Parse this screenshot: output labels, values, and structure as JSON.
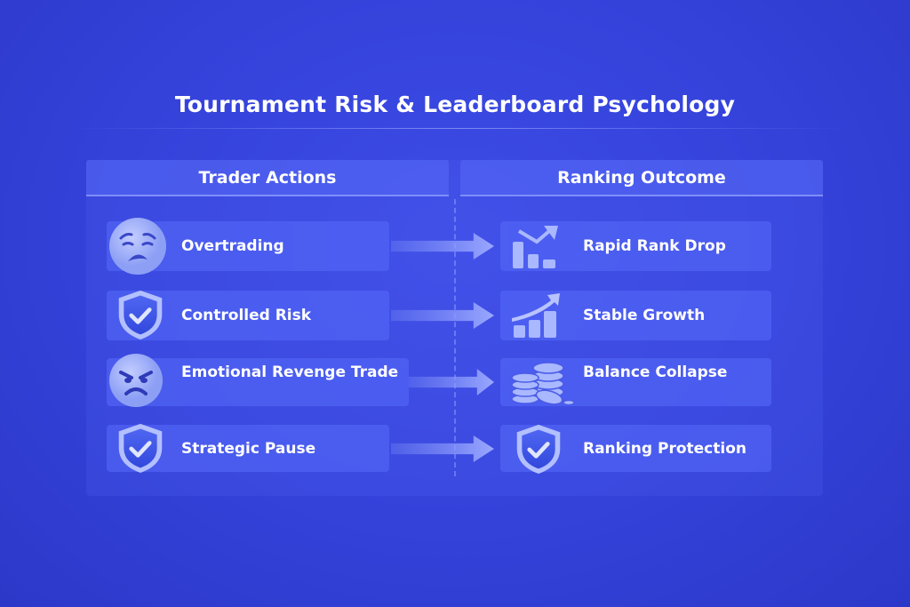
{
  "title": "Tournament Risk & Leaderboard Psychology",
  "columns": {
    "left": "Trader Actions",
    "right": "Ranking Outcome"
  },
  "rows": [
    {
      "action": "Overtrading",
      "action_icon": "worried-face-icon",
      "outcome": "Rapid Rank Drop",
      "outcome_icon": "falling-bar-chart-icon"
    },
    {
      "action": "Controlled Risk",
      "action_icon": "shield-check-icon",
      "outcome": "Stable Growth",
      "outcome_icon": "rising-bar-chart-icon"
    },
    {
      "action": "Emotional Revenge Trade",
      "action_icon": "angry-face-icon",
      "outcome": "Balance Collapse",
      "outcome_icon": "coin-stacks-icon"
    },
    {
      "action": "Strategic Pause",
      "action_icon": "shield-check-icon",
      "outcome": "Ranking Protection",
      "outcome_icon": "shield-check-icon"
    }
  ],
  "colors": {
    "background": "#3442da",
    "box": "#5569f8",
    "icon": "#a9b8ff"
  }
}
